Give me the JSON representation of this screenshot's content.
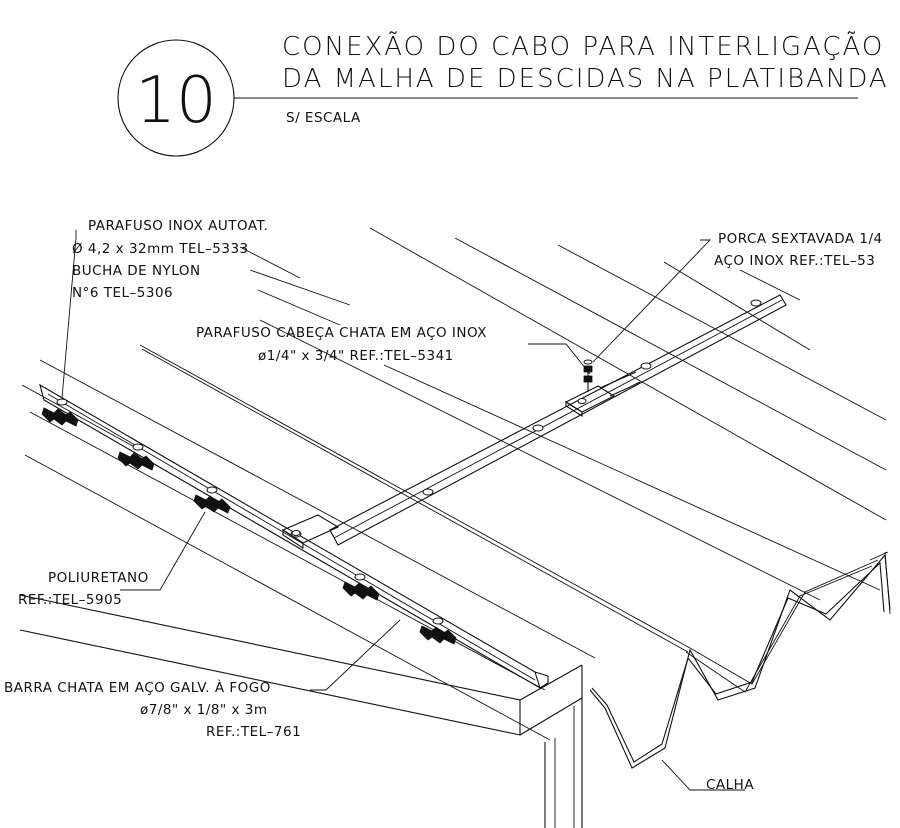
{
  "detail": {
    "number": "10",
    "title_line1": "CONEXÃO DO CABO PARA INTERLIGAÇÃO",
    "title_line2": "DA MALHA DE DESCIDAS NA PLATIBANDA",
    "scale": "S/ ESCALA"
  },
  "labels": {
    "parafuso_autoat_1": "PARAFUSO INOX AUTOAT.",
    "parafuso_autoat_2": "Ø 4,2 x 32mm TEL–5333",
    "bucha_1": "BUCHA DE NYLON",
    "bucha_2": "N°6 TEL–5306",
    "porca_1": "PORCA SEXTAVADA 1/4",
    "porca_2": "AÇO INOX REF.:TEL–53",
    "cabeca_chata_1": "PARAFUSO CABEÇA CHATA EM AÇO INOX",
    "cabeca_chata_2": "ø1/4\" x 3/4\" REF.:TEL–5341",
    "poliuretano_1": "POLIURETANO",
    "poliuretano_2": "REF.:TEL–5905",
    "barra_1": "BARRA CHATA EM AÇO GALV. À FOGO",
    "barra_2": "ø7/8\" x 1/8\" x 3m",
    "barra_3": "REF.:TEL–761",
    "calha": "CALHA"
  }
}
